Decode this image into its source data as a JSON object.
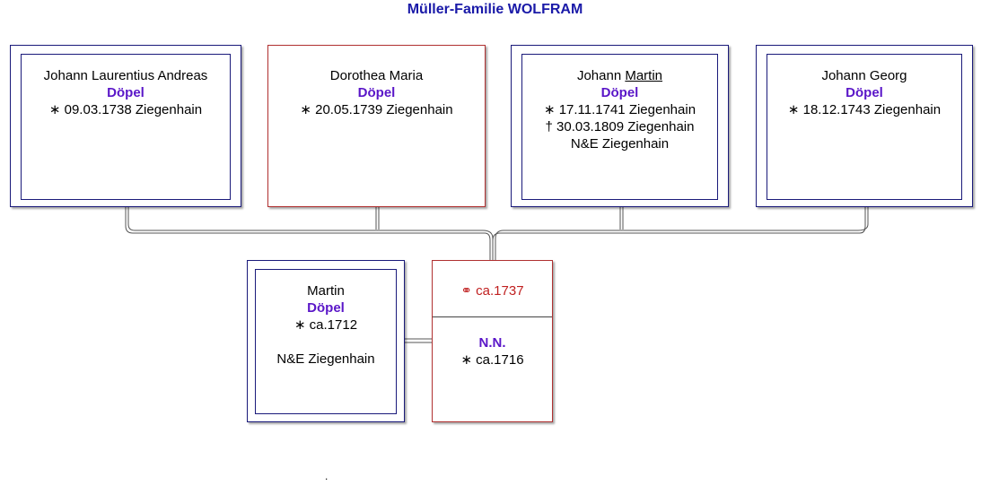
{
  "title": "Müller-Familie WOLFRAM",
  "surname": "Döpel",
  "children": [
    {
      "given_pre": "Johann Laurentius Andreas",
      "given_underlined": "",
      "birth": "∗  09.03.1738 Ziegenhain",
      "death": "",
      "note": ""
    },
    {
      "given_pre": "Dorothea Maria",
      "given_underlined": "",
      "birth": "∗  20.05.1739 Ziegenhain",
      "death": "",
      "note": ""
    },
    {
      "given_pre": "Johann ",
      "given_underlined": "Martin",
      "birth": "∗  17.11.1741 Ziegenhain",
      "death": "†  30.03.1809 Ziegenhain",
      "note": "N&E Ziegenhain"
    },
    {
      "given_pre": "Johann Georg",
      "given_underlined": "",
      "birth": "∗  18.12.1743 Ziegenhain",
      "death": "",
      "note": ""
    }
  ],
  "father": {
    "given": "Martin",
    "surname": "Döpel",
    "birth": "∗ ca.1712",
    "note": "N&E Ziegenhain"
  },
  "marriage": {
    "symbol": "⚭",
    "date": "ca.1737"
  },
  "mother": {
    "name": "N.N.",
    "birth": "∗ ca.1716"
  },
  "footer_dot": "."
}
